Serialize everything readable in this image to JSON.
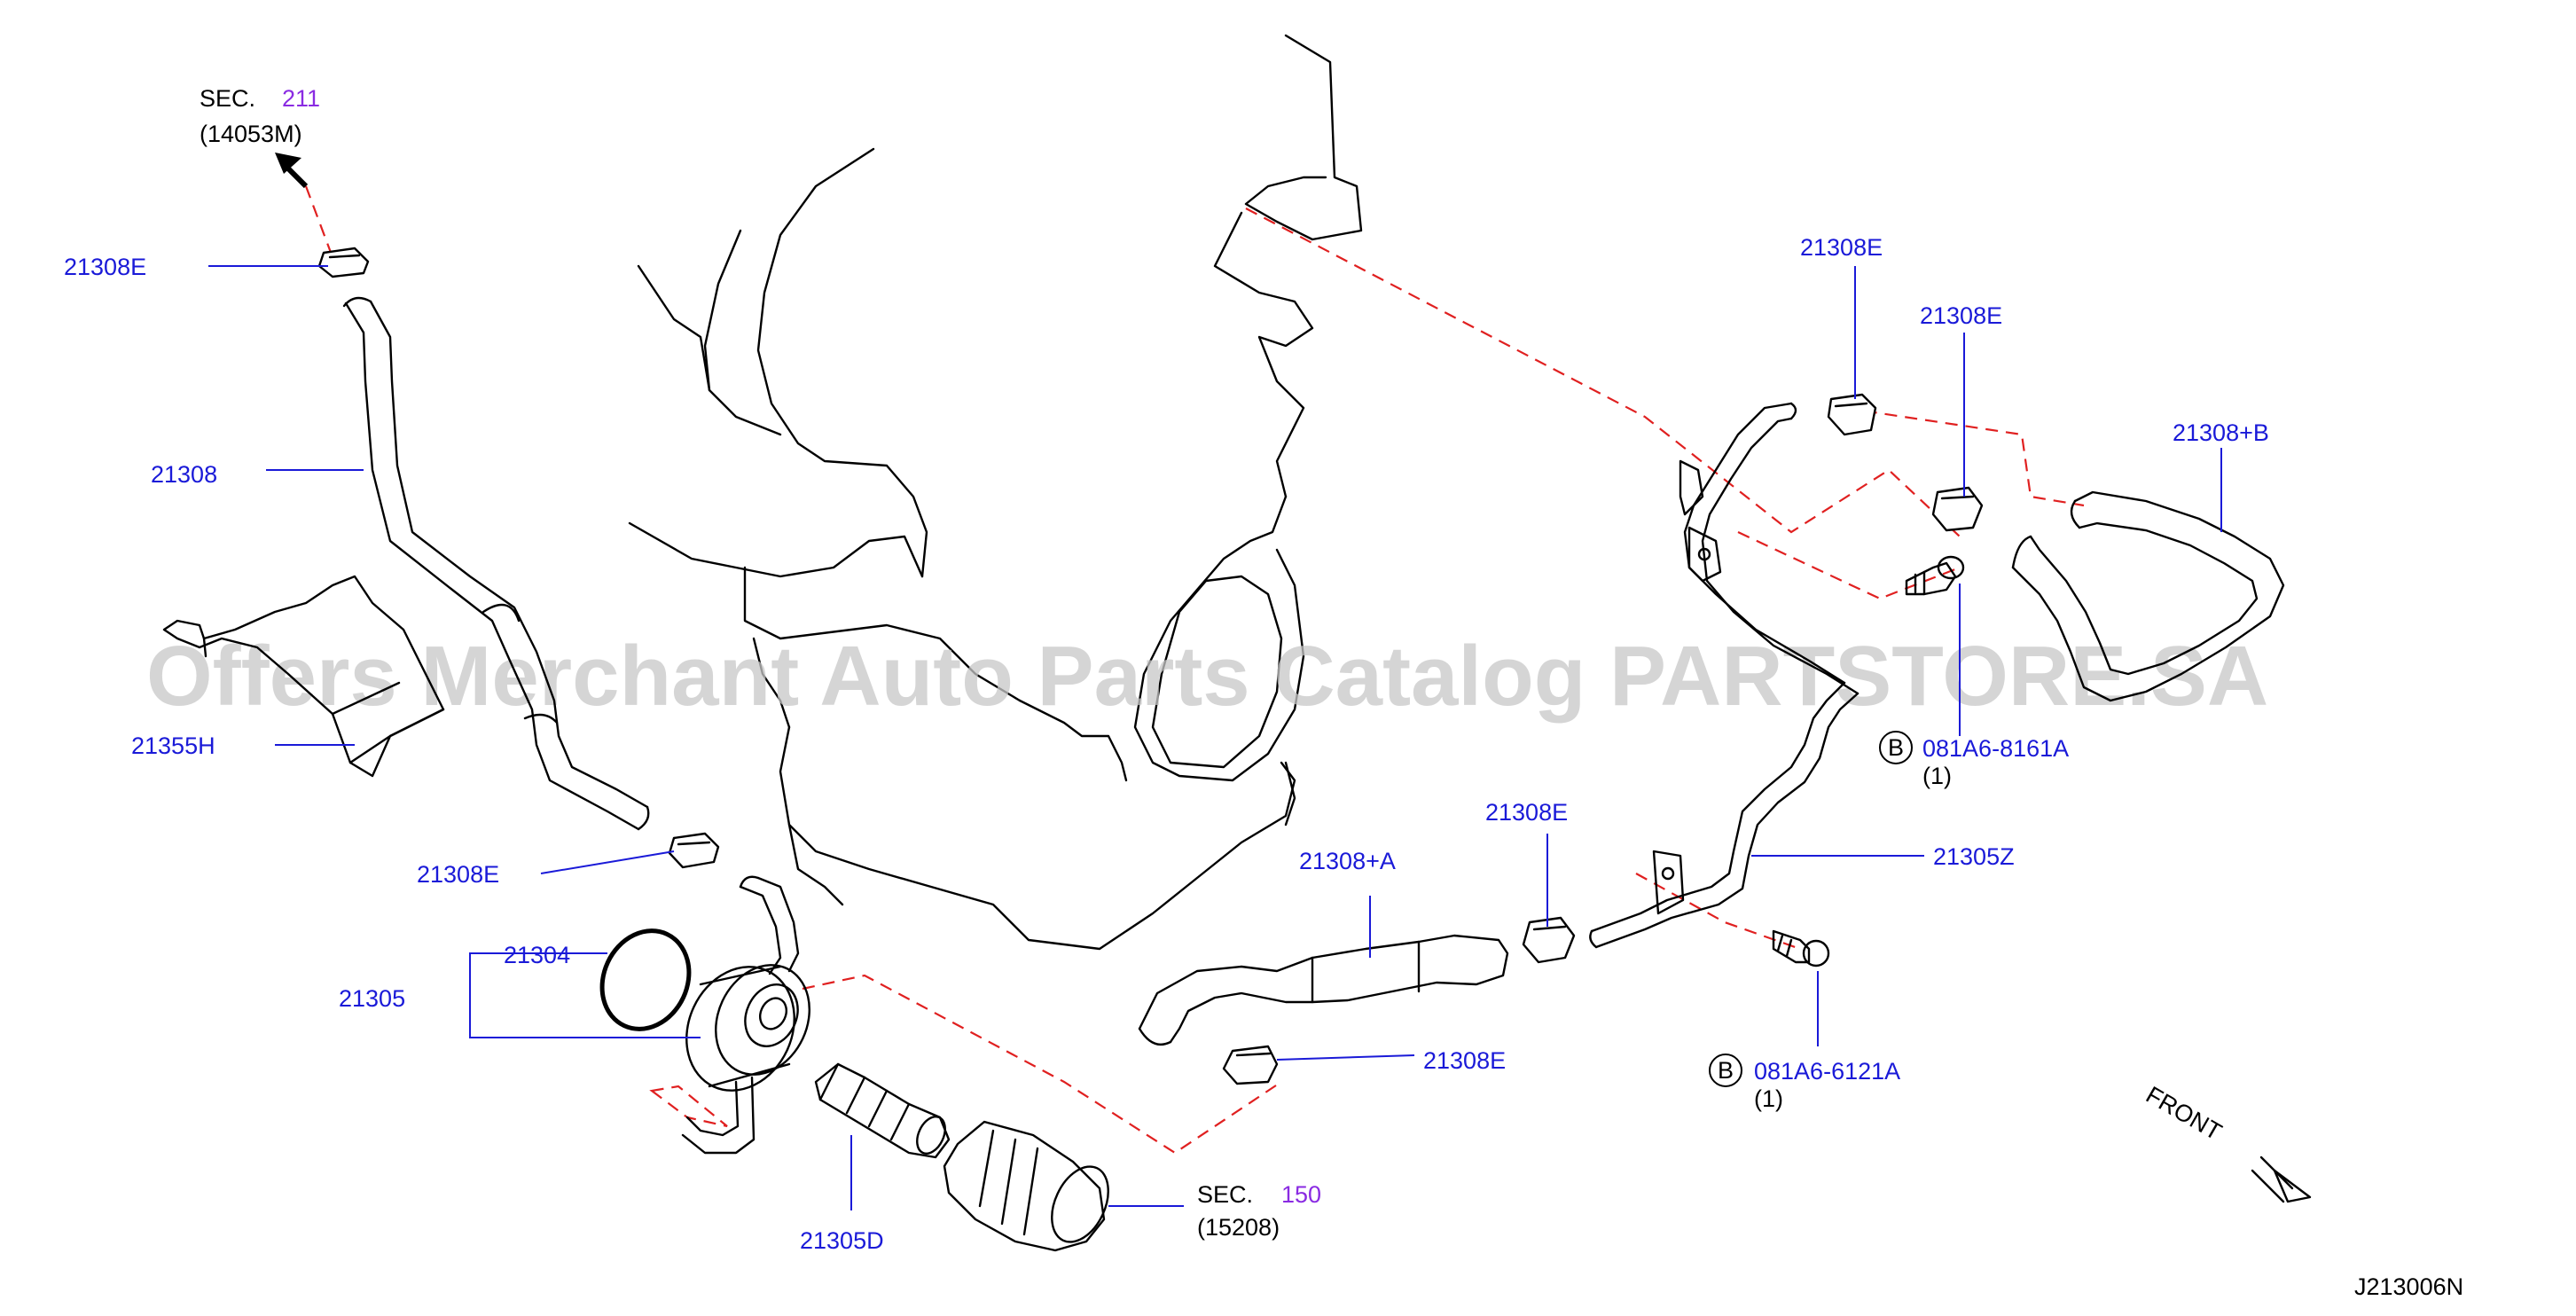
{
  "colors": {
    "part_label": "#1a1ad8",
    "section_ref": "#8a2be2",
    "dashed_line": "#e02020",
    "outline": "#000000",
    "watermark": "#c8c8c8"
  },
  "watermark": "Offers Merchant Auto Parts Catalog PARTSTORE.SA",
  "sec_top": {
    "prefix": "SEC.",
    "number": "211",
    "sub": "(14053M)"
  },
  "sec_bottom": {
    "prefix": "SEC.",
    "number": "150",
    "sub": "(15208)"
  },
  "labels": {
    "clamp_top_left": "21308E",
    "hose_21308": "21308",
    "bracket_21355h": "21355H",
    "clamp_mid_left": "21308E",
    "oring_21304": "21304",
    "cooler_21305": "21305",
    "connector_21305d": "21305D",
    "hose_21308a": "21308+A",
    "clamp_bottom_center": "21308E",
    "clamp_center": "21308E",
    "tube_21305z": "21305Z",
    "clamp_top_right_1": "21308E",
    "clamp_top_right_2": "21308E",
    "hose_21308b": "21308+B"
  },
  "bolts": [
    {
      "marker": "B",
      "part": "081A6-8161A",
      "qty": "(1)"
    },
    {
      "marker": "B",
      "part": "081A6-6121A",
      "qty": "(1)"
    }
  ],
  "front_label": "FRONT",
  "diagram_code": "J213006N"
}
